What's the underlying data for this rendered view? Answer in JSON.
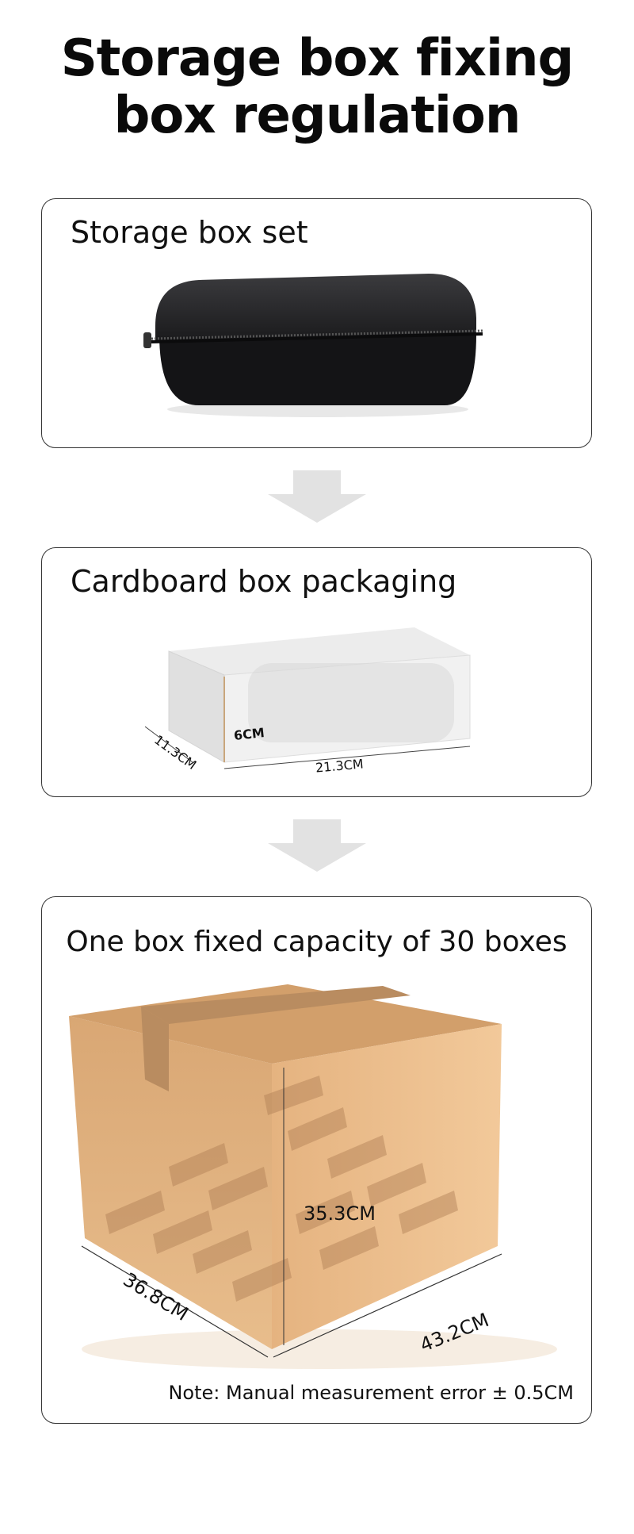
{
  "page": {
    "title_line1": "Storage box fixing",
    "title_line2": "box regulation"
  },
  "panels": [
    {
      "title": "Storage box set"
    },
    {
      "title": "Cardboard box packaging",
      "dims": {
        "height": "6CM",
        "depth": "11.3CM",
        "width": "21.3CM"
      }
    },
    {
      "title": "One box fixed capacity of 30 boxes",
      "dims": {
        "height": "35.3CM",
        "depth": "36.8CM",
        "width": "43.2CM"
      },
      "note": "Note: Manual measurement error ± 0.5CM"
    }
  ],
  "arrows": {
    "color": "#e2e2e2",
    "icon": "down-arrow-icon"
  },
  "colors": {
    "case_black": "#1d1d1f",
    "cardboard": "#d9a774",
    "tape": "#b98c60"
  }
}
